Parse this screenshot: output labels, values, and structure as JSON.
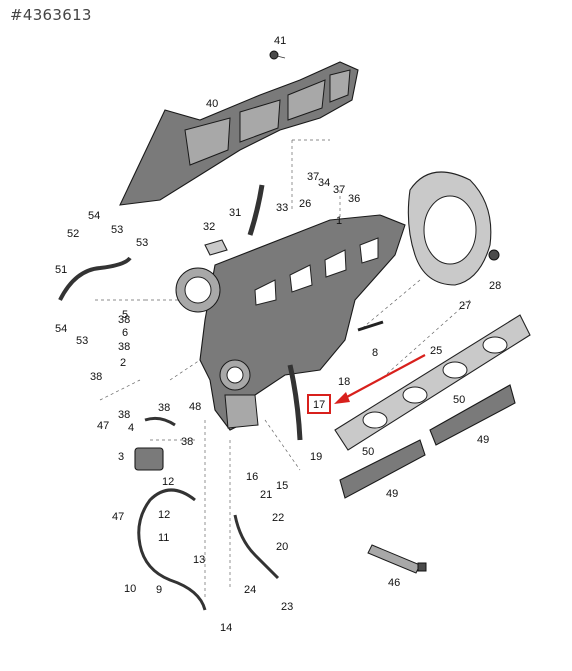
{
  "header": {
    "diagram_id": "#4363613"
  },
  "callouts": [
    {
      "key": "c1",
      "label": "1"
    },
    {
      "key": "c2",
      "label": "2"
    },
    {
      "key": "c3",
      "label": "3"
    },
    {
      "key": "c4",
      "label": "4"
    },
    {
      "key": "c5",
      "label": "5"
    },
    {
      "key": "c6",
      "label": "6"
    },
    {
      "key": "c8",
      "label": "8"
    },
    {
      "key": "c9",
      "label": "9"
    },
    {
      "key": "c10",
      "label": "10"
    },
    {
      "key": "c11",
      "label": "11"
    },
    {
      "key": "c12a",
      "label": "12"
    },
    {
      "key": "c12b",
      "label": "12"
    },
    {
      "key": "c13",
      "label": "13"
    },
    {
      "key": "c14",
      "label": "14"
    },
    {
      "key": "c15",
      "label": "15"
    },
    {
      "key": "c16",
      "label": "16"
    },
    {
      "key": "c17",
      "label": "17"
    },
    {
      "key": "c18",
      "label": "18"
    },
    {
      "key": "c19",
      "label": "19"
    },
    {
      "key": "c20",
      "label": "20"
    },
    {
      "key": "c21",
      "label": "21"
    },
    {
      "key": "c22",
      "label": "22"
    },
    {
      "key": "c23",
      "label": "23"
    },
    {
      "key": "c24",
      "label": "24"
    },
    {
      "key": "c25",
      "label": "25"
    },
    {
      "key": "c26",
      "label": "26"
    },
    {
      "key": "c27",
      "label": "27"
    },
    {
      "key": "c28",
      "label": "28"
    },
    {
      "key": "c31",
      "label": "31"
    },
    {
      "key": "c32",
      "label": "32"
    },
    {
      "key": "c33",
      "label": "33"
    },
    {
      "key": "c34",
      "label": "34"
    },
    {
      "key": "c36",
      "label": "36"
    },
    {
      "key": "c37a",
      "label": "37"
    },
    {
      "key": "c37b",
      "label": "37"
    },
    {
      "key": "c38a",
      "label": "38"
    },
    {
      "key": "c38b",
      "label": "38"
    },
    {
      "key": "c38c",
      "label": "38"
    },
    {
      "key": "c38d",
      "label": "38"
    },
    {
      "key": "c38e",
      "label": "38"
    },
    {
      "key": "c38f",
      "label": "38"
    },
    {
      "key": "c40",
      "label": "40"
    },
    {
      "key": "c41",
      "label": "41"
    },
    {
      "key": "c46",
      "label": "46"
    },
    {
      "key": "c47a",
      "label": "47"
    },
    {
      "key": "c47b",
      "label": "47"
    },
    {
      "key": "c48",
      "label": "48"
    },
    {
      "key": "c49a",
      "label": "49"
    },
    {
      "key": "c49b",
      "label": "49"
    },
    {
      "key": "c50a",
      "label": "50"
    },
    {
      "key": "c50b",
      "label": "50"
    },
    {
      "key": "c51",
      "label": "51"
    },
    {
      "key": "c52",
      "label": "52"
    },
    {
      "key": "c53a",
      "label": "53"
    },
    {
      "key": "c53b",
      "label": "53"
    },
    {
      "key": "c53c",
      "label": "53"
    },
    {
      "key": "c54a",
      "label": "54"
    },
    {
      "key": "c54b",
      "label": "54"
    }
  ],
  "highlight": {
    "callout": "17",
    "color": "#d8201c"
  },
  "colors": {
    "part_fill": "#7a7a7a",
    "gasket_fill": "#c9c9c9",
    "highlight": "#d8201c"
  }
}
